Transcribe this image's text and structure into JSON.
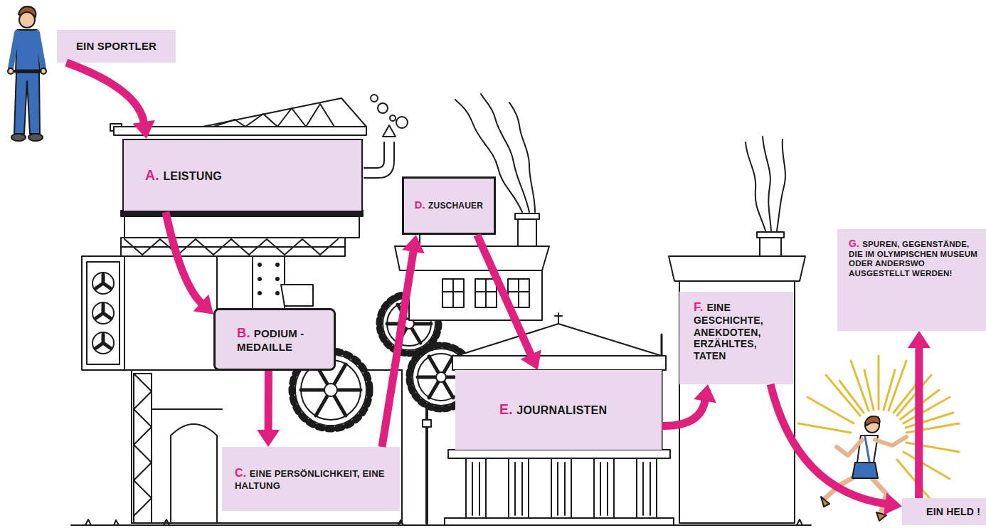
{
  "diagram": {
    "nodes": [
      {
        "text": [
          "EIN SPORTLER"
        ]
      },
      {
        "text": [
          "A.",
          "LEISTUNG"
        ]
      },
      {
        "text": [
          "B.",
          "PODIUM - MEDAILLE"
        ]
      },
      {
        "text": [
          "C.",
          "EINE PERSÖNLICHKEIT, EINE HALTUNG"
        ]
      },
      {
        "text": [
          "D.",
          "ZUSCHAUER"
        ]
      },
      {
        "text": [
          "E.",
          "JOURNALISTEN"
        ]
      },
      {
        "text": [
          "F.",
          "EINE GESCHICHTE, ANEKDOTEN, ERZÄHLTES, TATEN"
        ]
      },
      {
        "text": [
          "G.",
          "SPUREN, GEGENSTÄNDE, DIE IM OLYMPISCHEN MUSEUM ODER ANDERSWO AUSGESTELLT WERDEN!"
        ]
      },
      {
        "text": [
          "EIN HELD !"
        ]
      }
    ],
    "edges": [
      {
        "from": 0,
        "to": 1,
        "arrow": "to"
      },
      {
        "from": 1,
        "to": 2,
        "arrow": "to"
      },
      {
        "from": 2,
        "to": 3,
        "arrow": "to"
      },
      {
        "from": 3,
        "to": 4,
        "arrow": "to"
      },
      {
        "from": 4,
        "to": 5,
        "arrow": "to"
      },
      {
        "from": 5,
        "to": 6,
        "arrow": "to"
      },
      {
        "from": 6,
        "to": 8,
        "arrow": "to"
      },
      {
        "from": 8,
        "to": 7,
        "arrow": "to"
      }
    ]
  }
}
